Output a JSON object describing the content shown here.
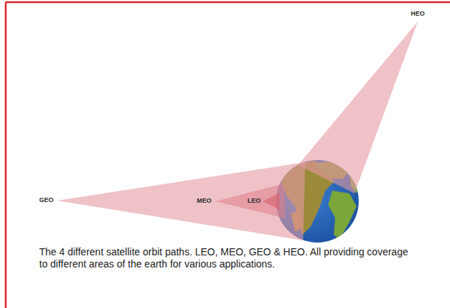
{
  "diagram": {
    "caption": "The 4 different satellite orbit paths. LEO, MEO, GEO & HEO. All providing coverage to different areas of the earth for various applications.",
    "labels": [
      "GEO",
      "MEO",
      "LEO",
      "HEO"
    ]
  }
}
